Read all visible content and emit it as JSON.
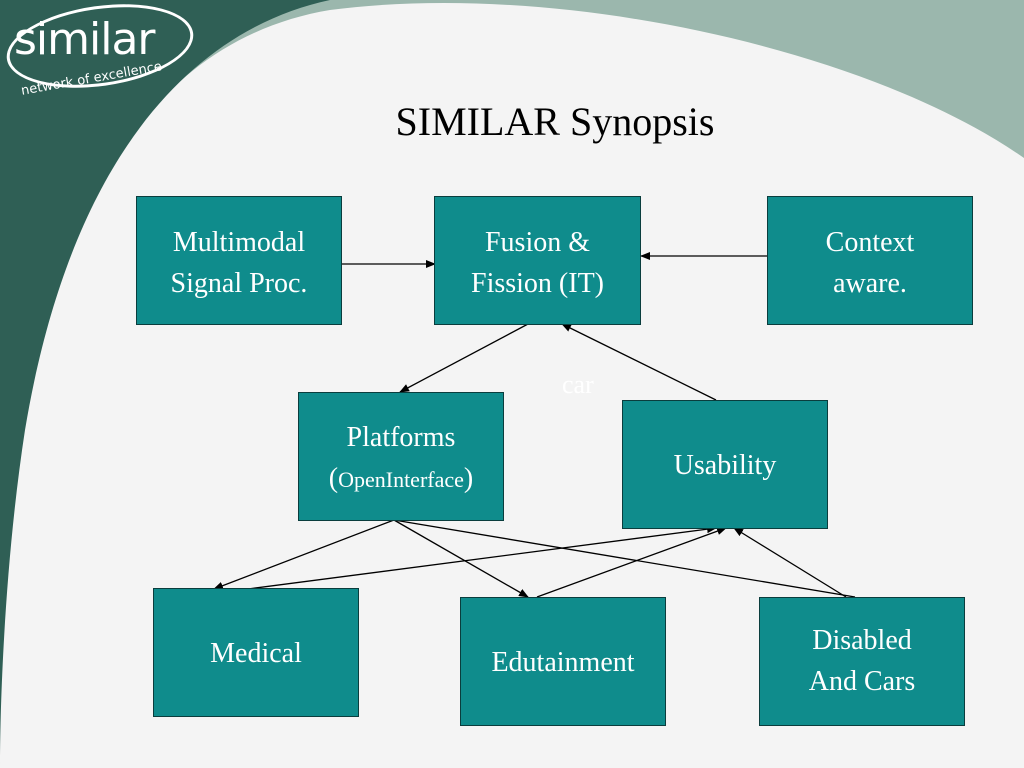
{
  "logo": {
    "wordmark": "similar",
    "tagline": "network of excellence"
  },
  "title": "SIMILAR Synopsis",
  "boxes": {
    "multimodal": {
      "line1": "Multimodal",
      "line2": "Signal Proc."
    },
    "fusion": {
      "line1": "Fusion &",
      "line2": "Fission (IT)"
    },
    "context": {
      "line1": "Context",
      "line2": "aware."
    },
    "platforms": {
      "line1": "Platforms",
      "line2_open": "(",
      "line2_small": "OpenInterface",
      "line2_close": ")"
    },
    "usability": {
      "line1": "Usability"
    },
    "medical": {
      "line1": "Medical"
    },
    "edutainment": {
      "line1": "Edutainment"
    },
    "disabled": {
      "line1": "Disabled",
      "line2": "And Cars"
    }
  },
  "ghost_text": "car",
  "colors": {
    "box_fill": "#0f8c8c",
    "box_border": "#0a3d3d",
    "sidebar_dark": "#2f5f55",
    "sidebar_light": "#9bb7ad",
    "background": "#f4f4f4"
  }
}
